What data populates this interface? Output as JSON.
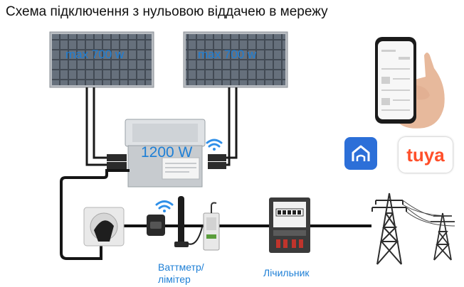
{
  "title": "Схема підключення з нульовою віддачею в мережу",
  "panels": [
    {
      "label": "max 700 w"
    },
    {
      "label": "max 700 w"
    }
  ],
  "inverter": {
    "label": "1200 W"
  },
  "captions": {
    "wattmeter_line1": "Ваттметр/",
    "wattmeter_line2": "лімітер",
    "meter": "Лічильник"
  },
  "apps": {
    "tuya": "tuya"
  },
  "colors": {
    "accent_text": "#1d7fd6",
    "tuya_brand": "#ff4f2a",
    "home_app": "#2c6fd8"
  }
}
